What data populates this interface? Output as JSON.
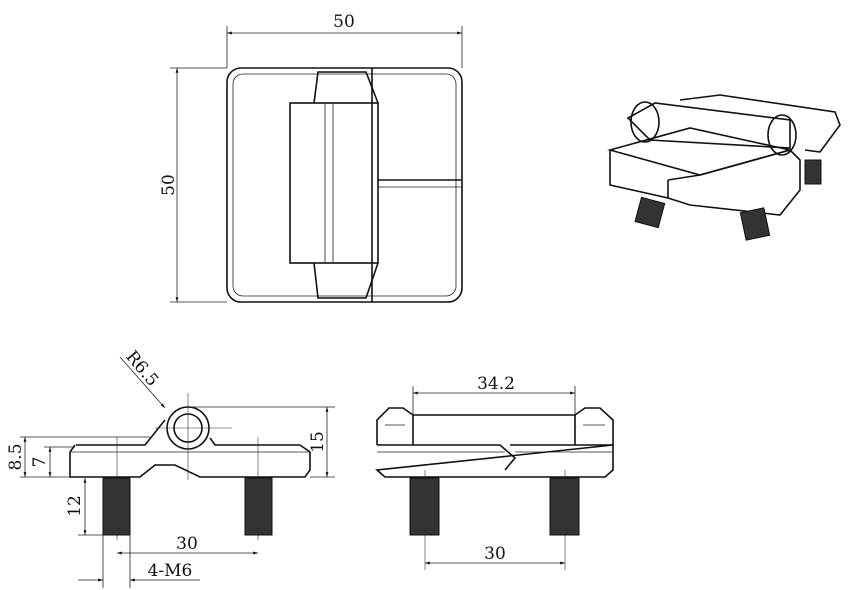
{
  "drawing": {
    "top_view": {
      "width_label": "50",
      "height_label": "50"
    },
    "side_view": {
      "radius_label": "R6.5",
      "total_height_label": "15",
      "height_85_label": "8.5",
      "height_7_label": "7",
      "screw_length_label": "12",
      "screw_spacing_label": "30",
      "thread_label": "4-M6"
    },
    "front_view": {
      "knuckle_width_label": "34.2",
      "screw_spacing_label": "30"
    }
  }
}
